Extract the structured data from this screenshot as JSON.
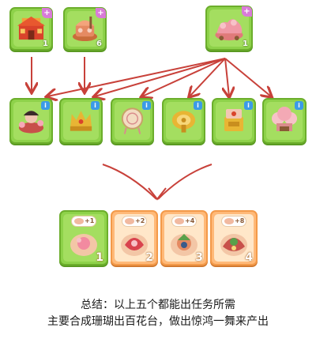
{
  "colors": {
    "arrow": "#c8413a",
    "green_tile": "#8ed24a",
    "orange_tile": "#ffb978"
  },
  "sources": [
    {
      "name": "palace-item",
      "icon": "palace-icon",
      "count": "1",
      "badge": "+"
    },
    {
      "name": "chest-item",
      "icon": "treasure-chest-icon",
      "count": "6",
      "badge": "+"
    },
    {
      "name": "coral-cart-item",
      "icon": "coral-cart-icon",
      "count": "1",
      "badge": "+"
    }
  ],
  "ingredients": [
    {
      "name": "dancer-box",
      "icon": "dancer-box-icon",
      "badge": "i"
    },
    {
      "name": "golden-crown",
      "icon": "golden-crown-icon",
      "badge": "i"
    },
    {
      "name": "dream-catcher",
      "icon": "dream-catcher-icon",
      "badge": "i"
    },
    {
      "name": "golden-key",
      "icon": "golden-key-icon",
      "badge": "i"
    },
    {
      "name": "music-box",
      "icon": "music-box-icon",
      "badge": "i"
    },
    {
      "name": "flower-pavilion",
      "icon": "flower-pavilion-icon",
      "badge": "i"
    }
  ],
  "products": [
    {
      "name": "dance-plate-1",
      "icon": "dance-plate-icon",
      "reward": "+1",
      "level": "1"
    },
    {
      "name": "dance-plate-2",
      "icon": "dance-plate-icon",
      "reward": "+2",
      "level": "2"
    },
    {
      "name": "dance-plate-3",
      "icon": "dance-plate-icon",
      "reward": "+4",
      "level": "3"
    },
    {
      "name": "dance-plate-4",
      "icon": "dance-plate-icon",
      "reward": "+8",
      "level": "4"
    }
  ],
  "summary": {
    "line1": "总结：以上五个都能出任务所需",
    "line2": "主要合成珊瑚出百花台，做出惊鸿一舞来产出"
  }
}
